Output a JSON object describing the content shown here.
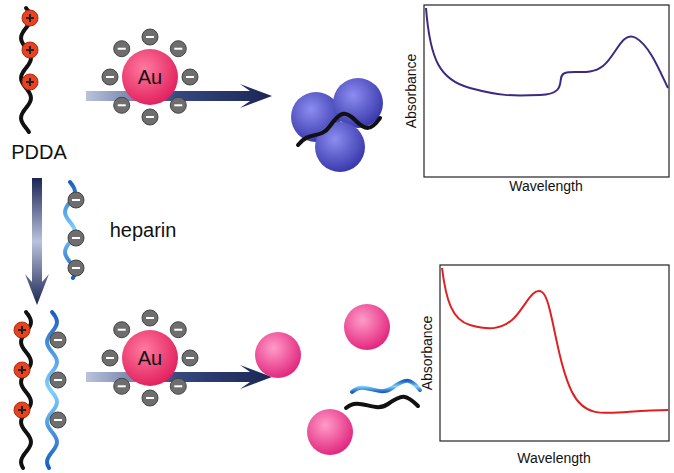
{
  "diagram": {
    "nodes": [
      {
        "text": [
          "Au"
        ]
      },
      {
        "text": [
          "Au"
        ]
      }
    ],
    "labels": [
      "PDDA",
      "heparin",
      "Absorbance",
      "Wavelength",
      "Absorbance",
      "Wavelength"
    ]
  }
}
